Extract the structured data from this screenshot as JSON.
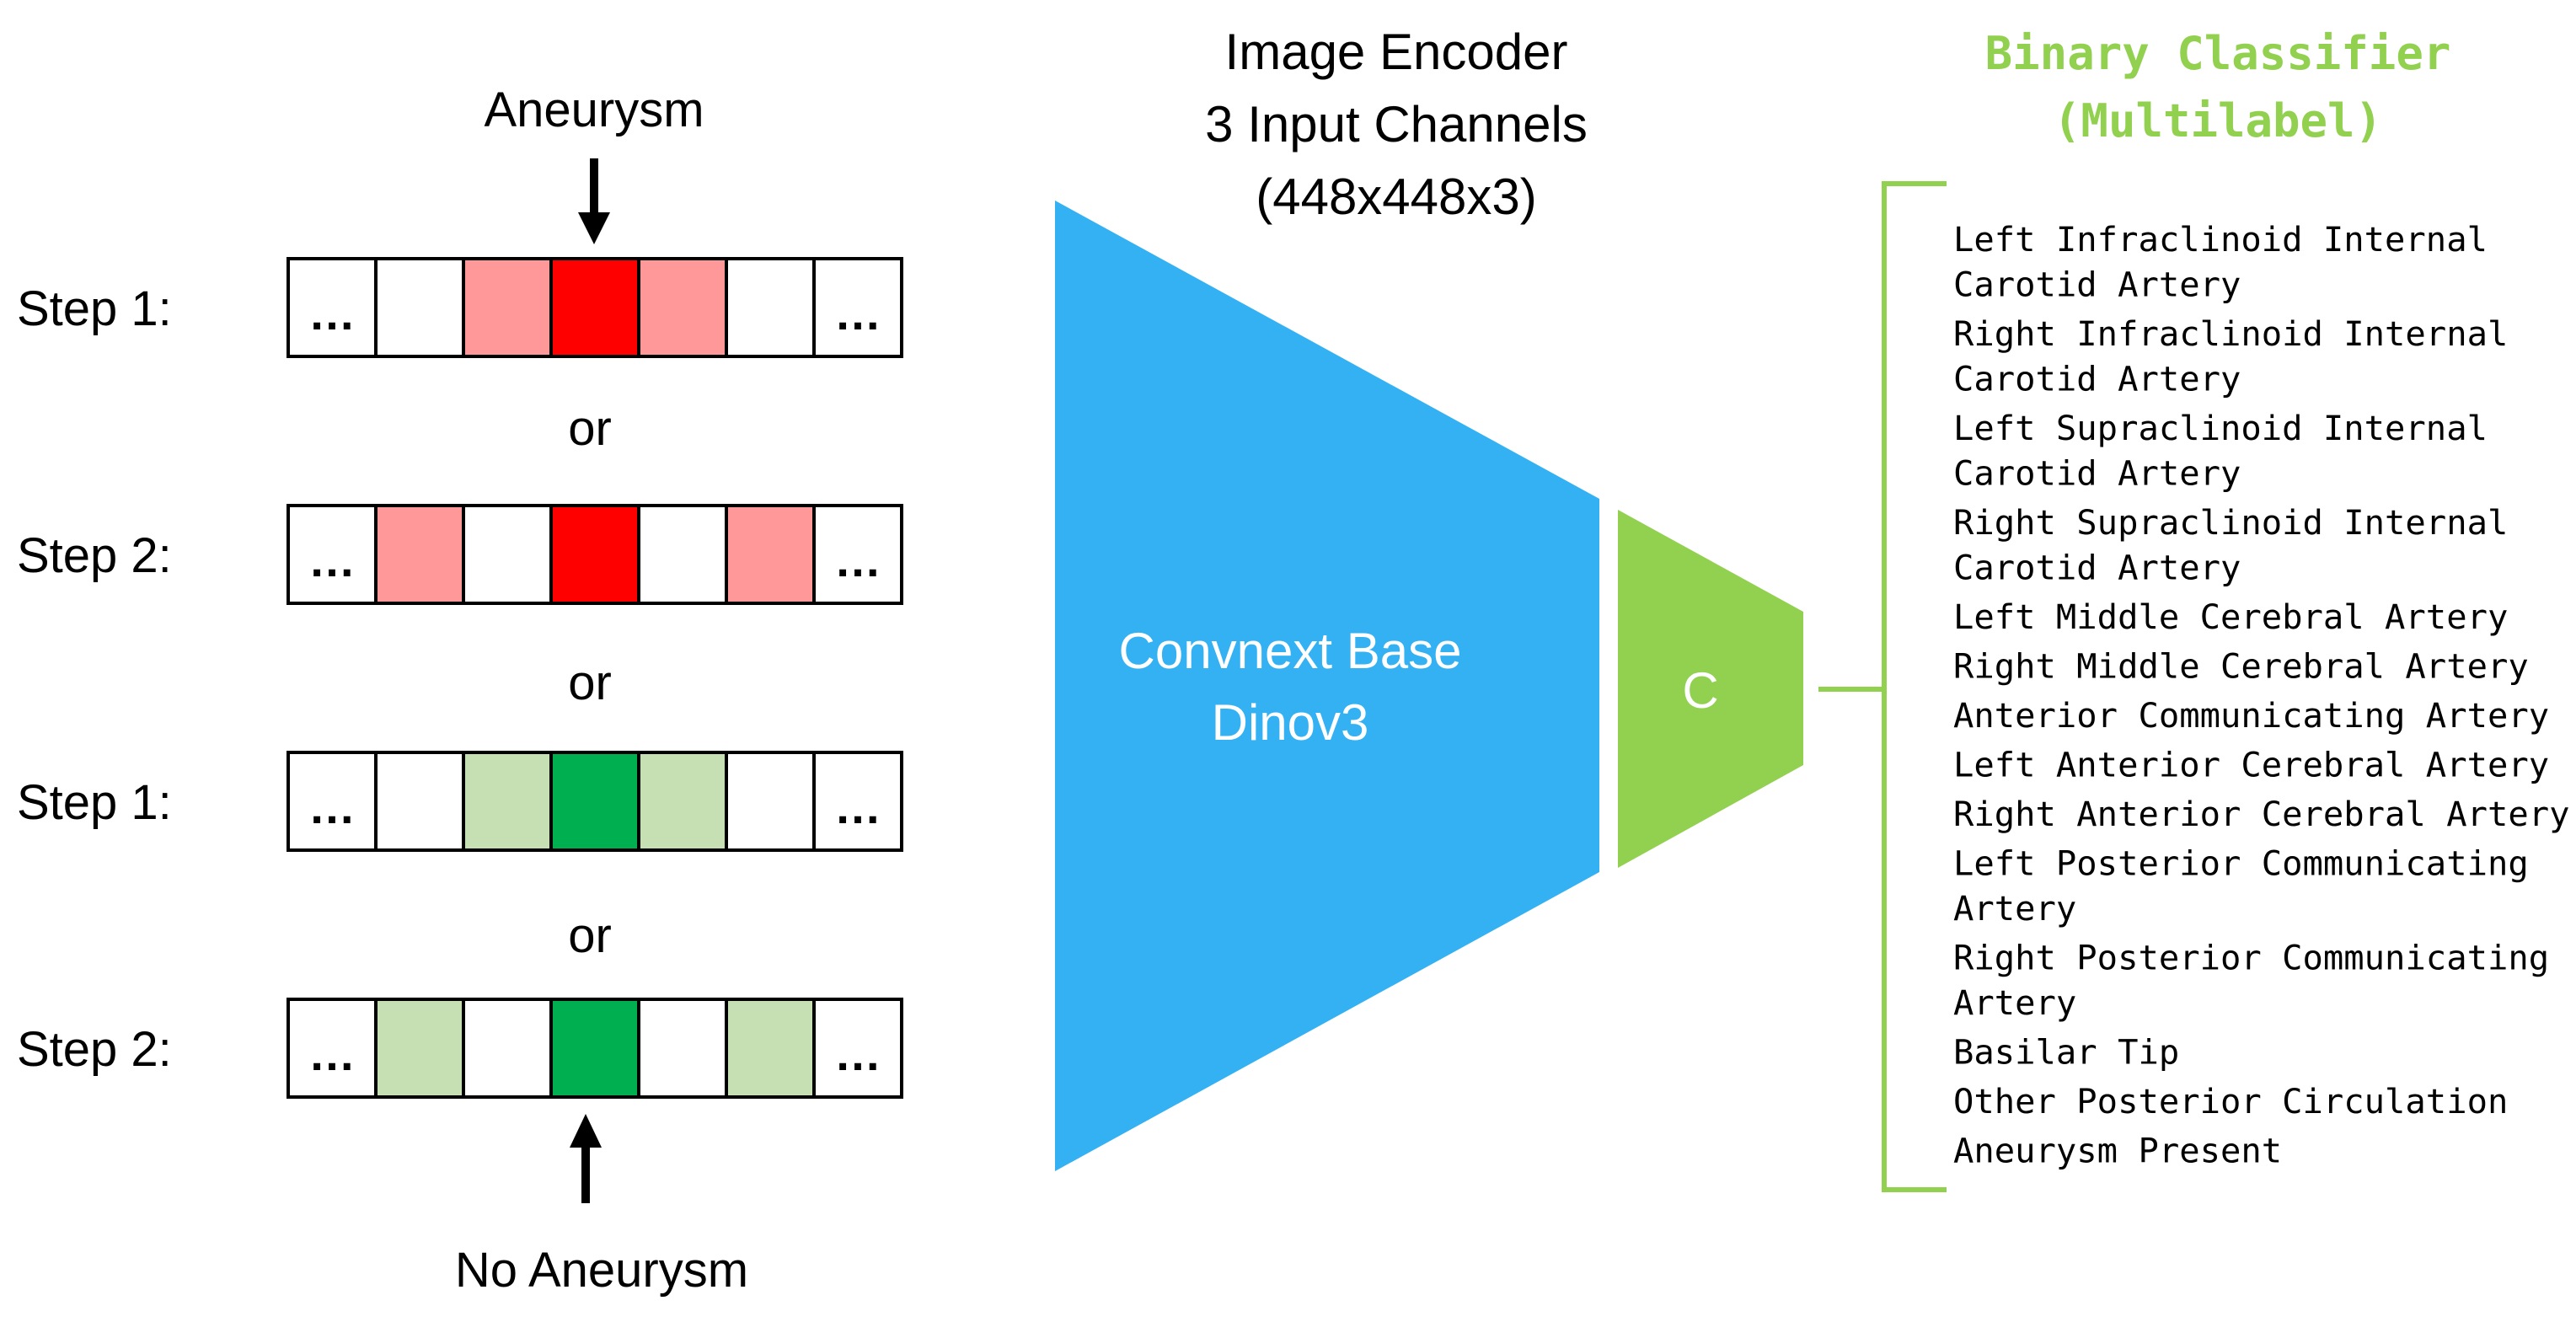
{
  "colors": {
    "aneurysm_center": "#ff0000",
    "aneurysm_neighbor": "#ff9999",
    "healthy_center": "#00b050",
    "healthy_neighbor": "#c6e0b4",
    "empty_cell": "#ffffff",
    "encoder": "#33b1f3",
    "classifier": "#92d050",
    "classifier_title": "#92d050",
    "text": "#000000",
    "encoder_label": "#ffffff"
  },
  "sequences": {
    "top_label": "Aneurysm",
    "bottom_label": "No Aneurysm",
    "separator": "or",
    "rows": [
      {
        "step_label": "Step 1:",
        "cells": [
          "dots",
          "empty",
          "aneurysm_neighbor",
          "aneurysm_center",
          "aneurysm_neighbor",
          "empty",
          "dots"
        ]
      },
      {
        "step_label": "Step 2:",
        "cells": [
          "dots",
          "aneurysm_neighbor",
          "empty",
          "aneurysm_center",
          "empty",
          "aneurysm_neighbor",
          "dots"
        ]
      },
      {
        "step_label": "Step 1:",
        "cells": [
          "dots",
          "empty",
          "healthy_neighbor",
          "healthy_center",
          "healthy_neighbor",
          "empty",
          "dots"
        ]
      },
      {
        "step_label": "Step 2:",
        "cells": [
          "dots",
          "healthy_neighbor",
          "empty",
          "healthy_center",
          "empty",
          "healthy_neighbor",
          "dots"
        ]
      }
    ],
    "dots_text": "…"
  },
  "encoder": {
    "title_lines": [
      "Image Encoder",
      "3 Input Channels",
      "(448x448x3)"
    ],
    "body_lines": [
      "Convnext Base",
      "Dinov3"
    ]
  },
  "classifier": {
    "head_label": "C",
    "title_lines": [
      "Binary Classifier",
      "(Multilabel)"
    ],
    "outputs": [
      [
        "Left Infraclinoid Internal",
        "Carotid Artery"
      ],
      [
        "Right Infraclinoid Internal",
        "Carotid Artery"
      ],
      [
        "Left Supraclinoid Internal",
        "Carotid Artery"
      ],
      [
        "Right Supraclinoid Internal",
        "Carotid Artery"
      ],
      [
        "Left Middle Cerebral Artery"
      ],
      [
        "Right Middle Cerebral Artery"
      ],
      [
        "Anterior Communicating Artery"
      ],
      [
        "Left Anterior Cerebral Artery"
      ],
      [
        "Right Anterior Cerebral Artery"
      ],
      [
        "Left Posterior Communicating",
        "Artery"
      ],
      [
        "Right Posterior Communicating",
        "Artery"
      ],
      [
        "Basilar Tip"
      ],
      [
        "Other Posterior Circulation"
      ],
      [
        "Aneurysm Present"
      ]
    ]
  }
}
